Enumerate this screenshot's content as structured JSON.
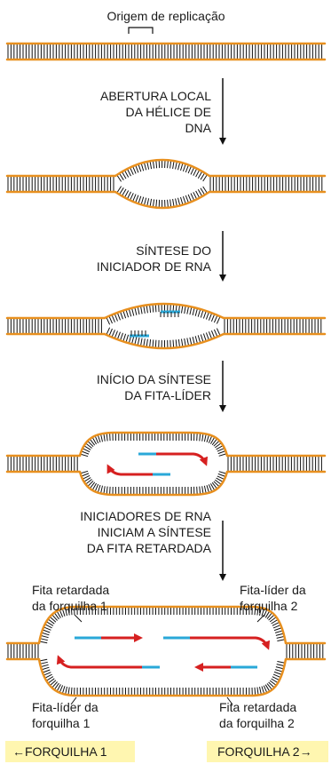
{
  "origin_label": "Origem de replicação",
  "steps": [
    {
      "lines": [
        "ABERTURA LOCAL",
        "DA HÉLICE DE",
        "DNA"
      ]
    },
    {
      "lines": [
        "SÍNTESE DO",
        "INICIADOR DE RNA"
      ]
    },
    {
      "lines": [
        "INÍCIO DA SÍNTESE",
        "DA FITA-LÍDER"
      ]
    },
    {
      "lines": [
        "INICIADORES DE RNA",
        "INICIAM A SÍNTESE",
        "DA FITA RETARDADA"
      ]
    }
  ],
  "final_labels": {
    "top_left": [
      "Fita retardada",
      "da forquilha 1"
    ],
    "top_right": [
      "Fita-líder da",
      "forquilha 2"
    ],
    "bottom_left": [
      "Fita-líder da",
      "forquilha 1"
    ],
    "bottom_right": [
      "Fita retardada",
      "da forquilha 2"
    ]
  },
  "fork_labels": {
    "left": "FORQUILHA 1",
    "right": "FORQUILHA 2",
    "left_arrow": "←",
    "right_arrow": "→"
  },
  "colors": {
    "strand": "#e8901f",
    "base_pairs": "#111111",
    "rna_primer": "#2aa8d8",
    "new_dna": "#d62020",
    "fork_box": "#fff6b0"
  }
}
